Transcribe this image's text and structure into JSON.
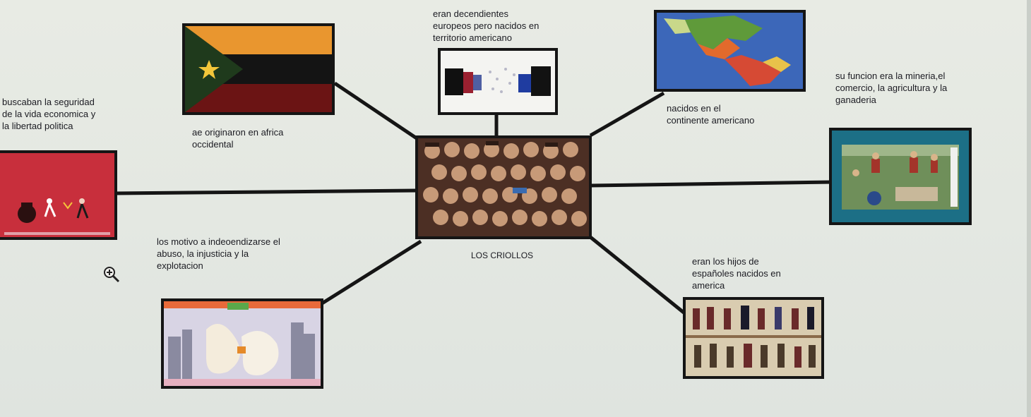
{
  "center": {
    "caption": "LOS CRIOLLOS"
  },
  "notes": {
    "top_center": "eran decendientes\neuropeos pero nacidos en\nterritorio americano",
    "flag_caption": "ae originaron en africa\noccidental",
    "left": "buscaban la seguridad\nde la vida economica y\nla libertad politica",
    "lower_left": "los motivo a indeoendizarse el\nabuso, la injusticia y la\nexplotacion",
    "map_caption": "nacidos en el\ncontinente americano",
    "right": "su funcion era la mineria,el\ncomercio, la agricultura y la\nganaderia",
    "lower_right": "eran los hijos de\nespañoles nacidos en\namerica"
  },
  "icons": {
    "zoom": "zoom-in-icon"
  },
  "colors": {
    "line": "#151515",
    "flag_orange": "#e9962f",
    "flag_dark": "#141414",
    "flag_red": "#6b1414",
    "flag_green": "#1f3a1c",
    "map_water": "#3c67b9",
    "panel_red": "#c82f3c",
    "teal_border": "#1c6f86"
  }
}
